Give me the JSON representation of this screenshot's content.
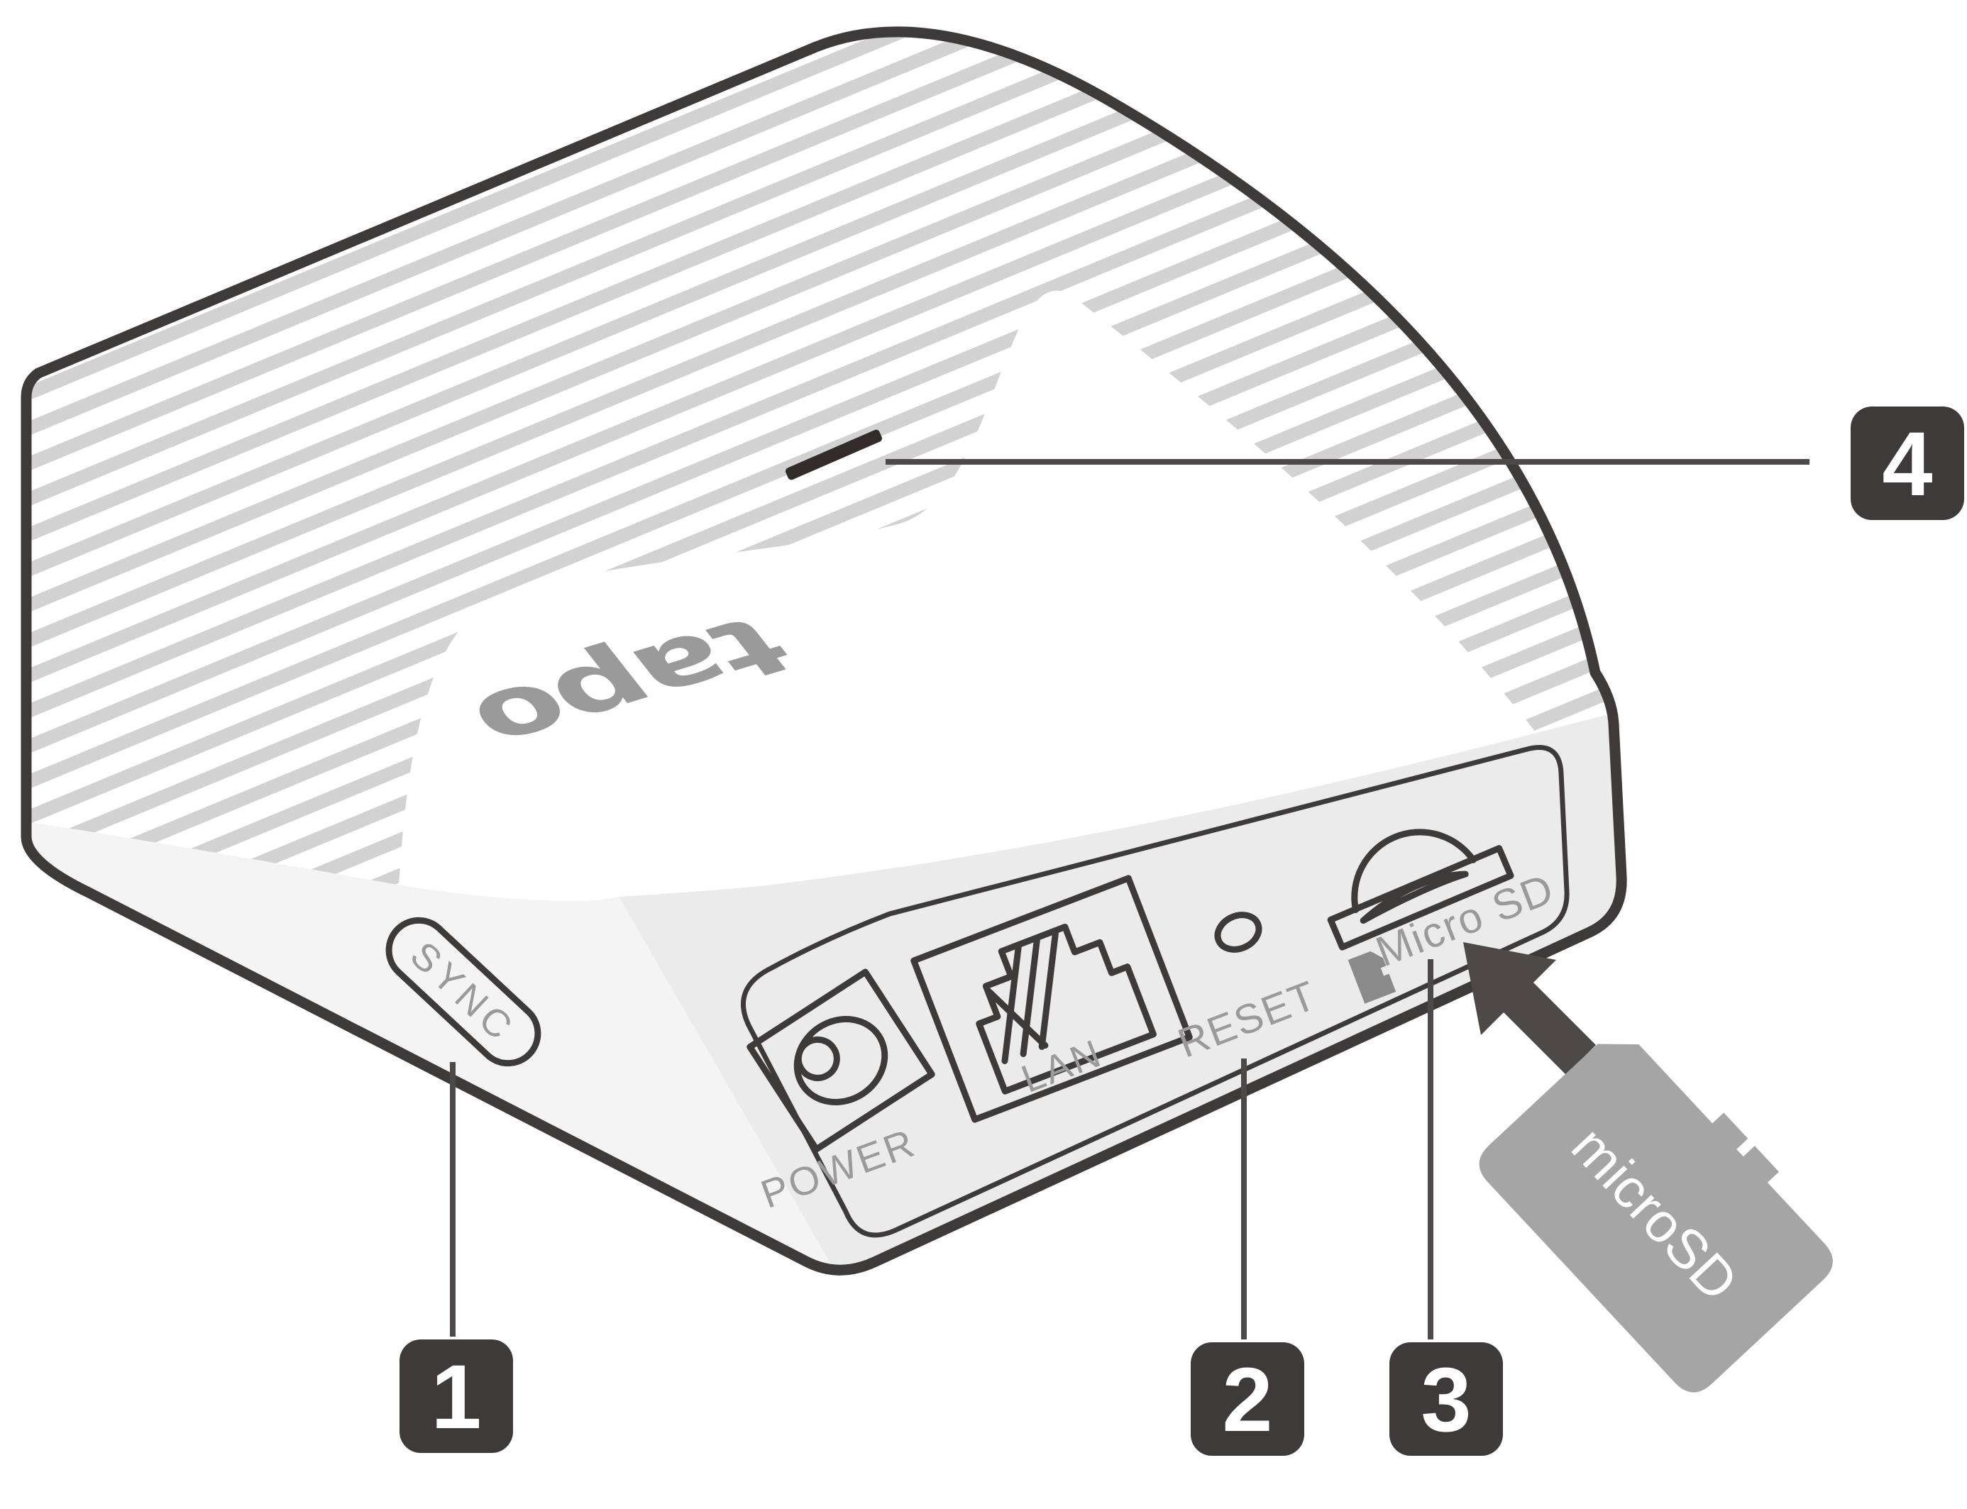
{
  "diagram": {
    "logo": "tapo",
    "labels": {
      "sync": "SYNC",
      "power": "POWER",
      "lan": "LAN",
      "reset": "RESET",
      "micro_sd": "Micro SD",
      "microsd_card": "microSD"
    },
    "callouts": [
      {
        "number": "1"
      },
      {
        "number": "2"
      },
      {
        "number": "3"
      },
      {
        "number": "4"
      }
    ],
    "colors": {
      "outline": "#3e3a39",
      "label_gray": "#9a9a9a",
      "stripe": "#d2d2d2",
      "top_face": "#ffffff",
      "side_face": "#f4f4f4",
      "front_face": "#ebebeb",
      "card_gray": "#a5a5a5",
      "arrow": "#4e4846",
      "badge": "#3e3a39",
      "badge_text": "#ffffff",
      "led_slot": "#332b29",
      "callout_line": "#4d4948"
    }
  }
}
